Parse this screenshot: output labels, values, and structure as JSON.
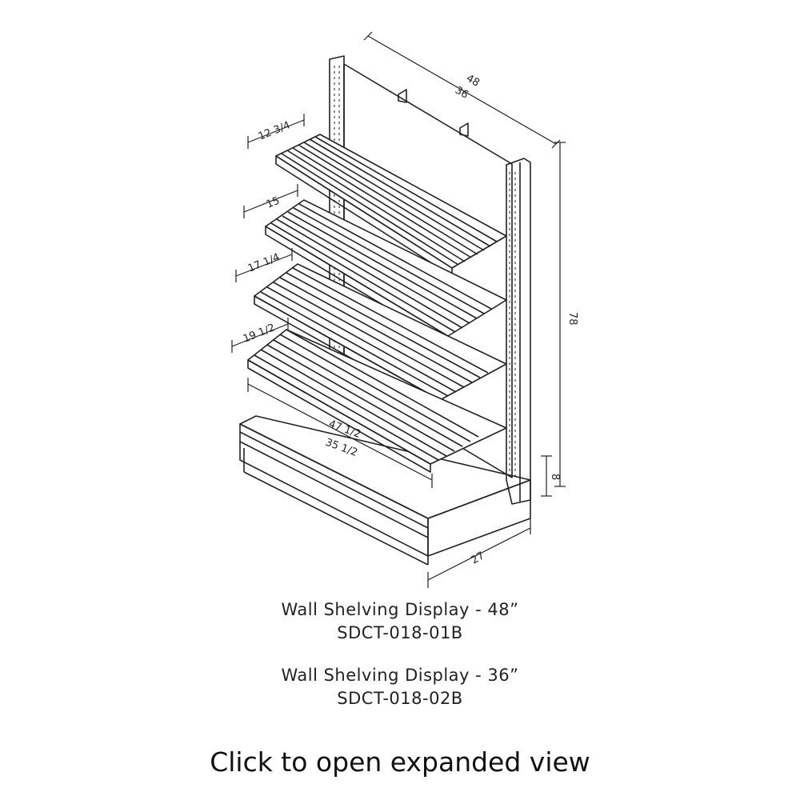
{
  "dimensions": {
    "width_48": "48",
    "width_36": "36",
    "height": "78",
    "base_height": "8",
    "depth": "27",
    "shelf_1_depth": "12 3/4",
    "shelf_2_depth": "15",
    "shelf_3_depth": "17 1/4",
    "shelf_4_depth": "19 1/2",
    "base_width_48": "47 1/2",
    "base_width_36": "35 1/2"
  },
  "captions": {
    "line1": "Wall Shelving Display - 48”",
    "line2": "SDCT-018-01B",
    "line3": "Wall Shelving Display - 36”",
    "line4": "SDCT-018-02B"
  },
  "link": {
    "label": "Click to open expanded view"
  }
}
